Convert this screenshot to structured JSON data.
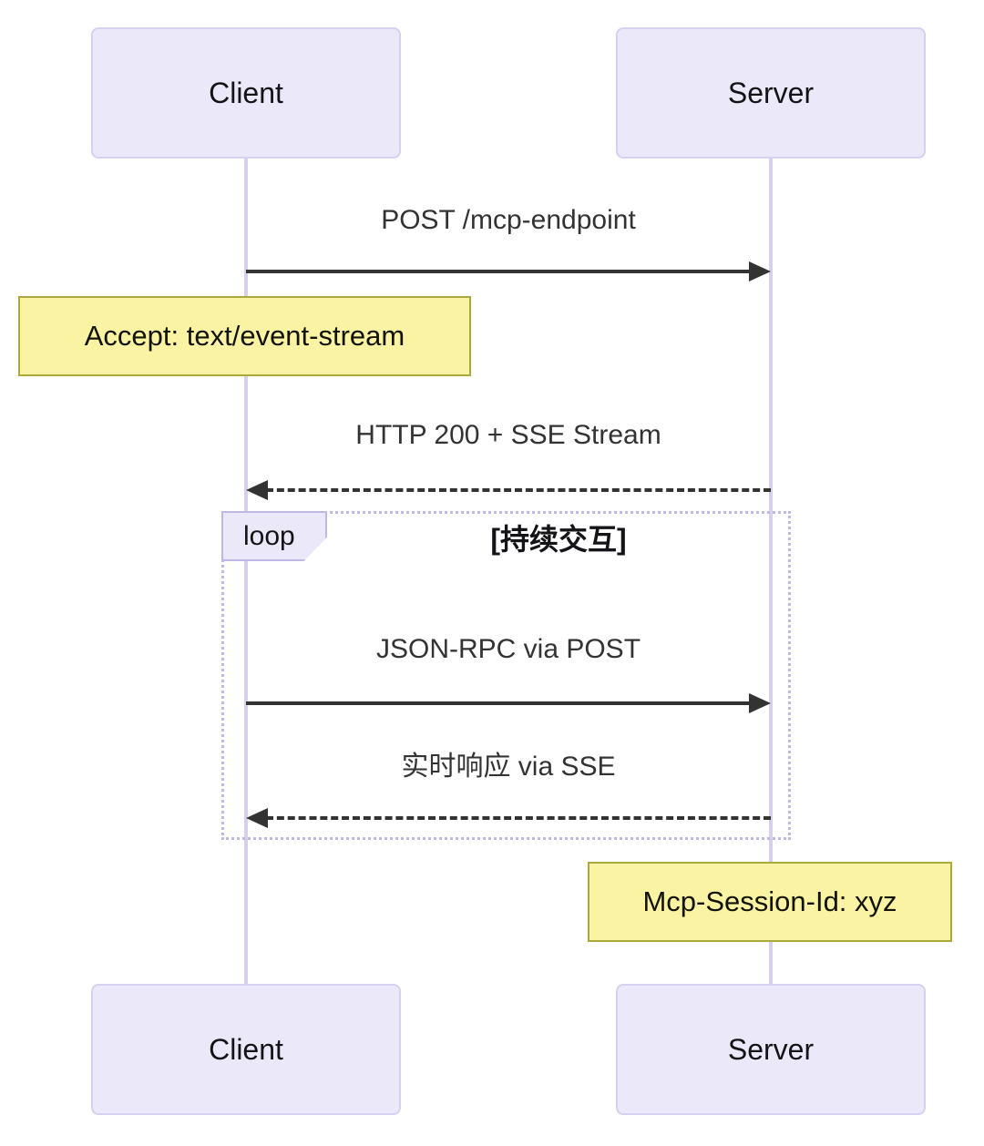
{
  "diagram": {
    "type": "sequence",
    "actors": [
      {
        "id": "client",
        "label": "Client"
      },
      {
        "id": "server",
        "label": "Server"
      }
    ],
    "messages": [
      {
        "from": "client",
        "to": "server",
        "label": "POST /mcp-endpoint",
        "style": "solid",
        "in_loop": false
      },
      {
        "from": "server",
        "to": "client",
        "label": "HTTP 200 + SSE Stream",
        "style": "dashed",
        "in_loop": false
      },
      {
        "from": "client",
        "to": "server",
        "label": "JSON-RPC via POST",
        "style": "solid",
        "in_loop": true
      },
      {
        "from": "server",
        "to": "client",
        "label": "实时响应 via SSE",
        "style": "dashed",
        "in_loop": true
      }
    ],
    "notes": [
      {
        "over": "client",
        "label": "Accept: text/event-stream"
      },
      {
        "over": "server",
        "label": "Mcp-Session-Id: xyz"
      }
    ],
    "loop": {
      "label": "loop",
      "condition": "[持续交互]"
    },
    "colors": {
      "actor_fill": "#EBE9F9",
      "actor_border": "#D7D0EE",
      "lifeline": "#D7CFEC",
      "arrow": "#333333",
      "note_fill": "#FAF3A3",
      "note_border": "#A9A93C",
      "loop_border": "#BFB7E6",
      "text": "#141418"
    }
  }
}
